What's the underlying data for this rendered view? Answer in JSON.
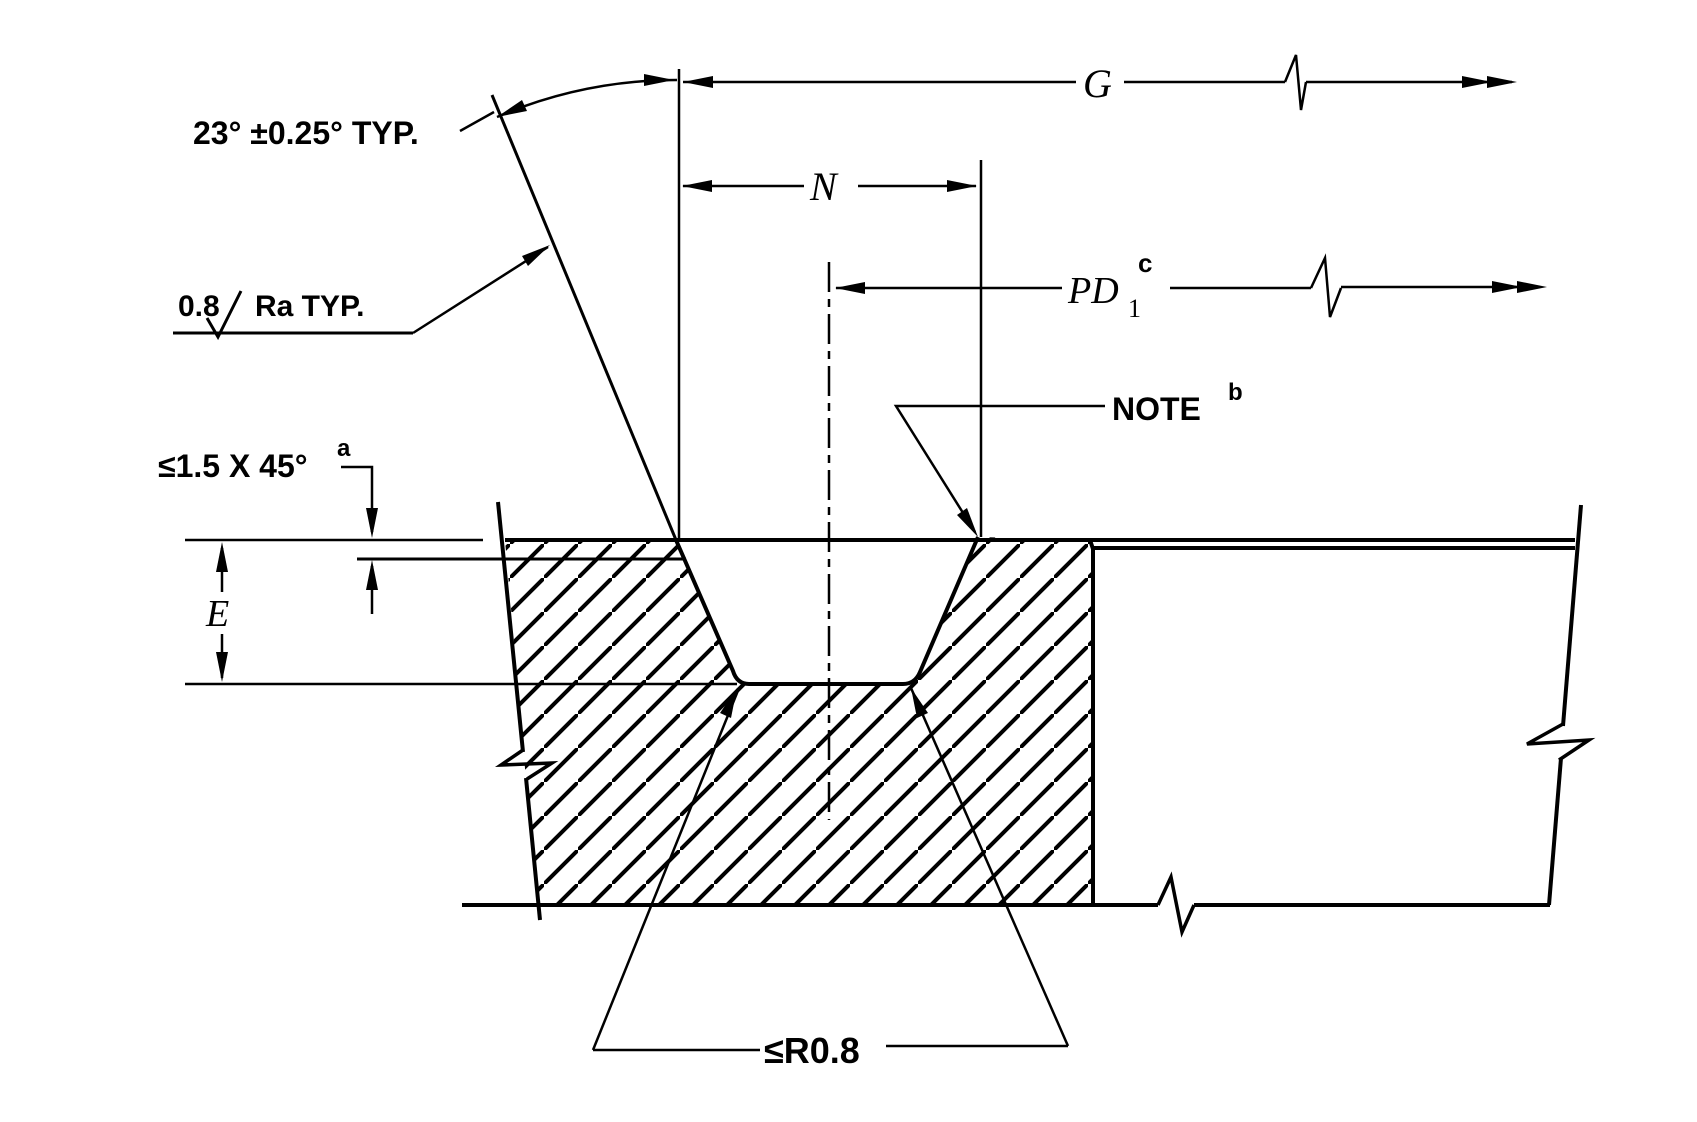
{
  "drawing": {
    "labels": {
      "angle_typ": "23° ±0.25° TYP.",
      "surface_roughness_value": "0.8",
      "surface_roughness_unit": "Ra TYP.",
      "chamfer_max": "≤1.5 X 45°",
      "chamfer_note_ref": "a",
      "groove_depth": "E",
      "groove_top_width": "N",
      "groove_outer_dim": "G",
      "pitch_dim_base": "PD",
      "pitch_dim_subscript": "1",
      "pitch_dim_note_ref": "c",
      "note_label": "NOTE",
      "note_ref": "b",
      "bottom_radius_max": "≤R0.8"
    },
    "colors": {
      "line": "#000000",
      "background": "#ffffff"
    }
  }
}
